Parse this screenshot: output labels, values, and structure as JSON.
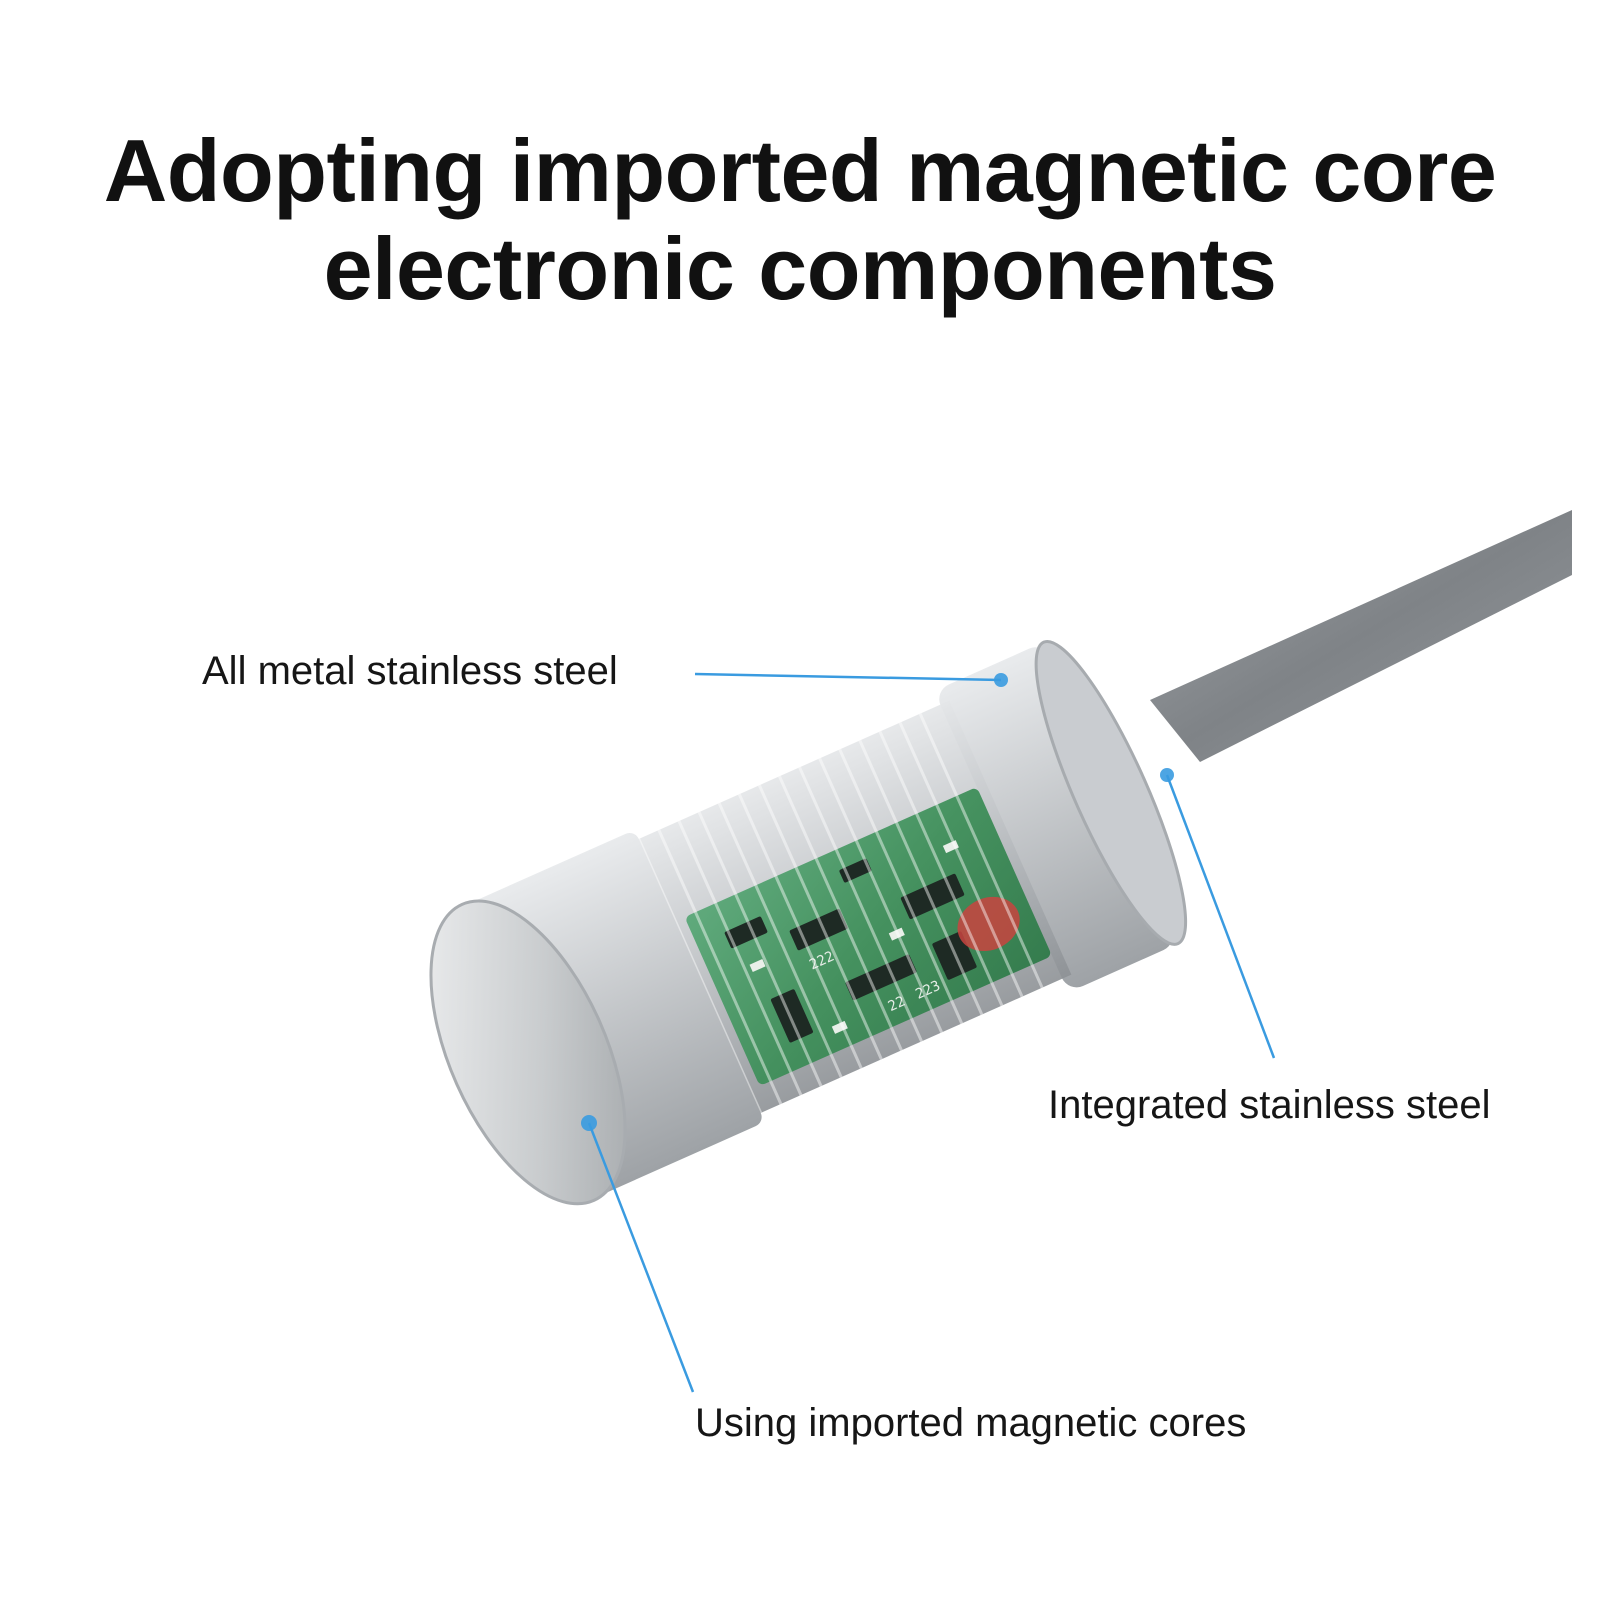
{
  "headline": {
    "line1": "Adopting imported magnetic core",
    "line2": "electronic components"
  },
  "callouts": {
    "top": "All metal stainless steel",
    "right": "Integrated stainless steel",
    "bottom": "Using imported magnetic cores"
  },
  "pcb_markings": [
    "222",
    "22",
    "223"
  ],
  "colors": {
    "leader_line": "#3a9be0",
    "cable": "#8a8e92",
    "steel": "#b9bdc1",
    "pcb": "#3f8f5a",
    "background": "#ffffff"
  }
}
